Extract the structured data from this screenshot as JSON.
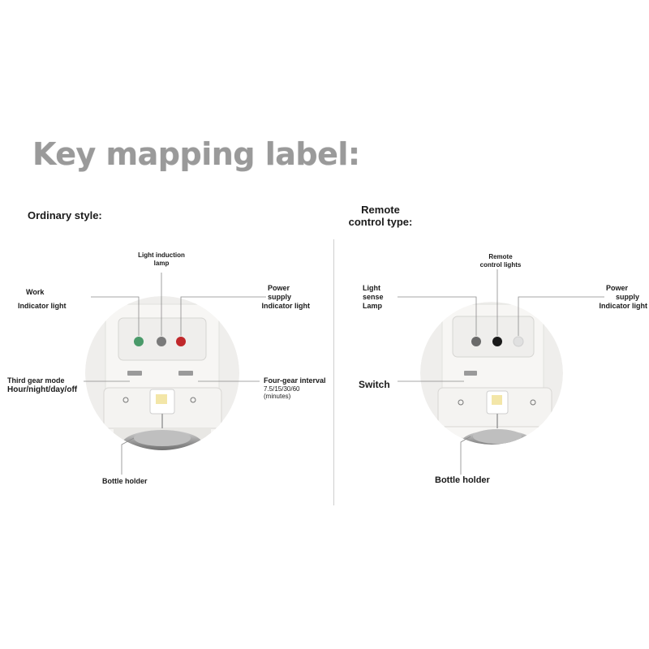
{
  "title": "Key mapping label:",
  "left": {
    "heading": "Ordinary style:",
    "labels": {
      "light_induction": [
        "Light induction",
        "lamp"
      ],
      "work": [
        "Work",
        "Indicator light"
      ],
      "power": [
        "Power",
        "supply",
        "Indicator light"
      ],
      "third_gear": [
        "Third gear mode",
        "Hour/night/day/off"
      ],
      "four_gear": [
        "Four-gear interval",
        "7.5/15/30/60",
        "(minutes)"
      ],
      "bottle": "Bottle holder"
    },
    "led_colors": [
      "#4a9a6a",
      "#7a7a7a",
      "#c0282b"
    ]
  },
  "right": {
    "heading": [
      "Remote",
      "control type:"
    ],
    "labels": {
      "remote_lights": [
        "Remote",
        "control lights"
      ],
      "light_sense": [
        "Light",
        "sense",
        "Lamp"
      ],
      "power": [
        "Power",
        "supply",
        "Indicator light"
      ],
      "switch": "Switch",
      "bottle": "Bottle holder"
    },
    "led_colors": [
      "#6a6a6a",
      "#1a1a1a",
      "#e0e0e0"
    ]
  }
}
